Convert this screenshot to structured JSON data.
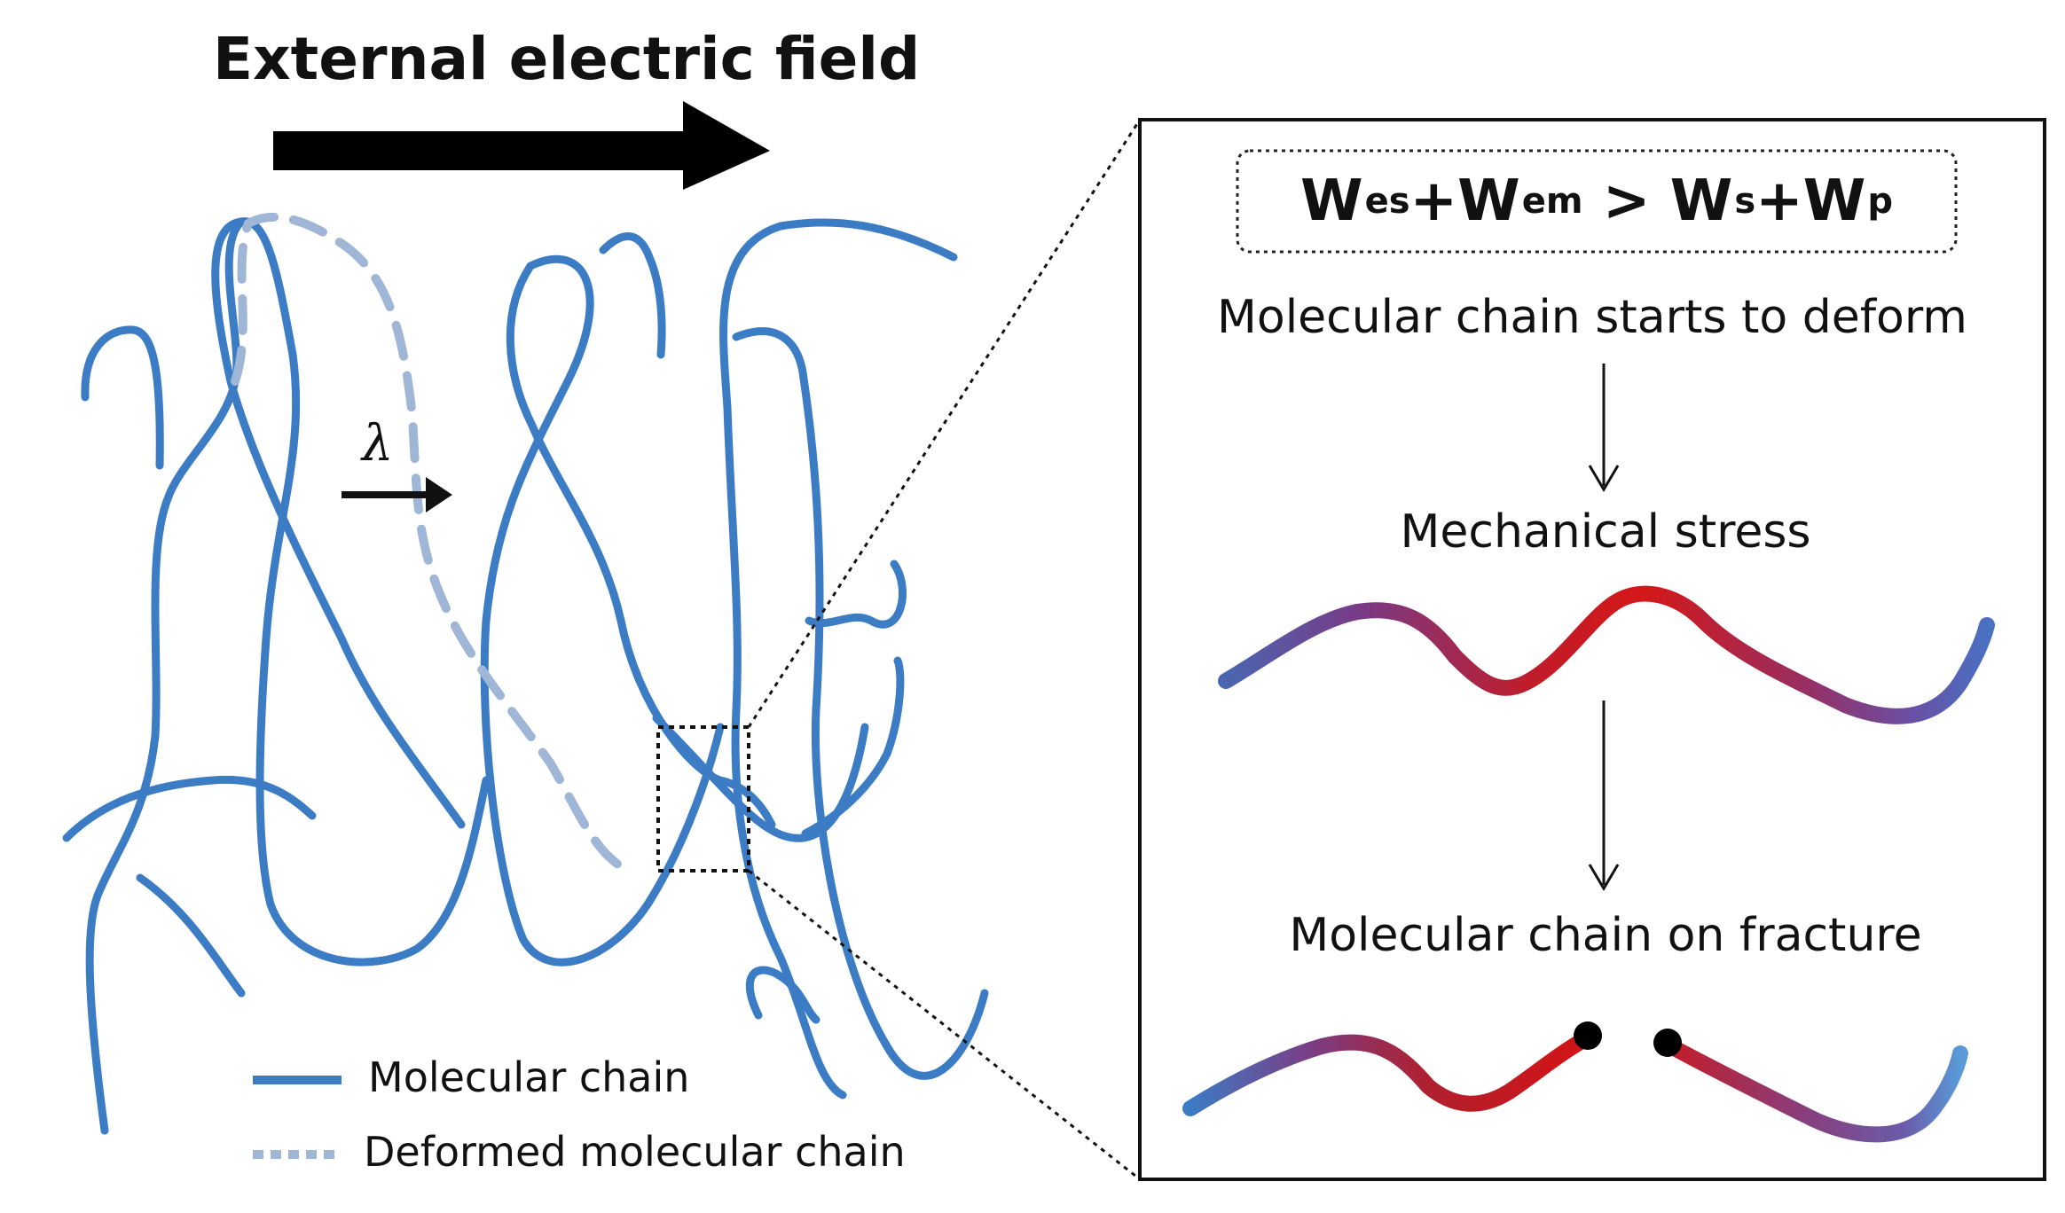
{
  "field": {
    "label": "External electric field"
  },
  "symbols": {
    "lambda": "λ"
  },
  "legend": {
    "solid": "Molecular chain",
    "dashed": "Deformed molecular chain"
  },
  "equation": {
    "w1": "W",
    "s1": "es",
    "plus1": "+",
    "w2": "W",
    "s2": "em",
    "gt": " > ",
    "w3": "W",
    "s3": "s",
    "plus2": "+",
    "w4": "W",
    "s4": "p"
  },
  "steps": {
    "step1": "Molecular chain starts to deform",
    "step2": "Mechanical stress",
    "step3": "Molecular chain on fracture"
  },
  "colors": {
    "chain": "#3b7cc4",
    "deformed": "#9fb6d6",
    "stress_hot": "#cc1b1b",
    "stress_cool": "#4a66b0"
  }
}
